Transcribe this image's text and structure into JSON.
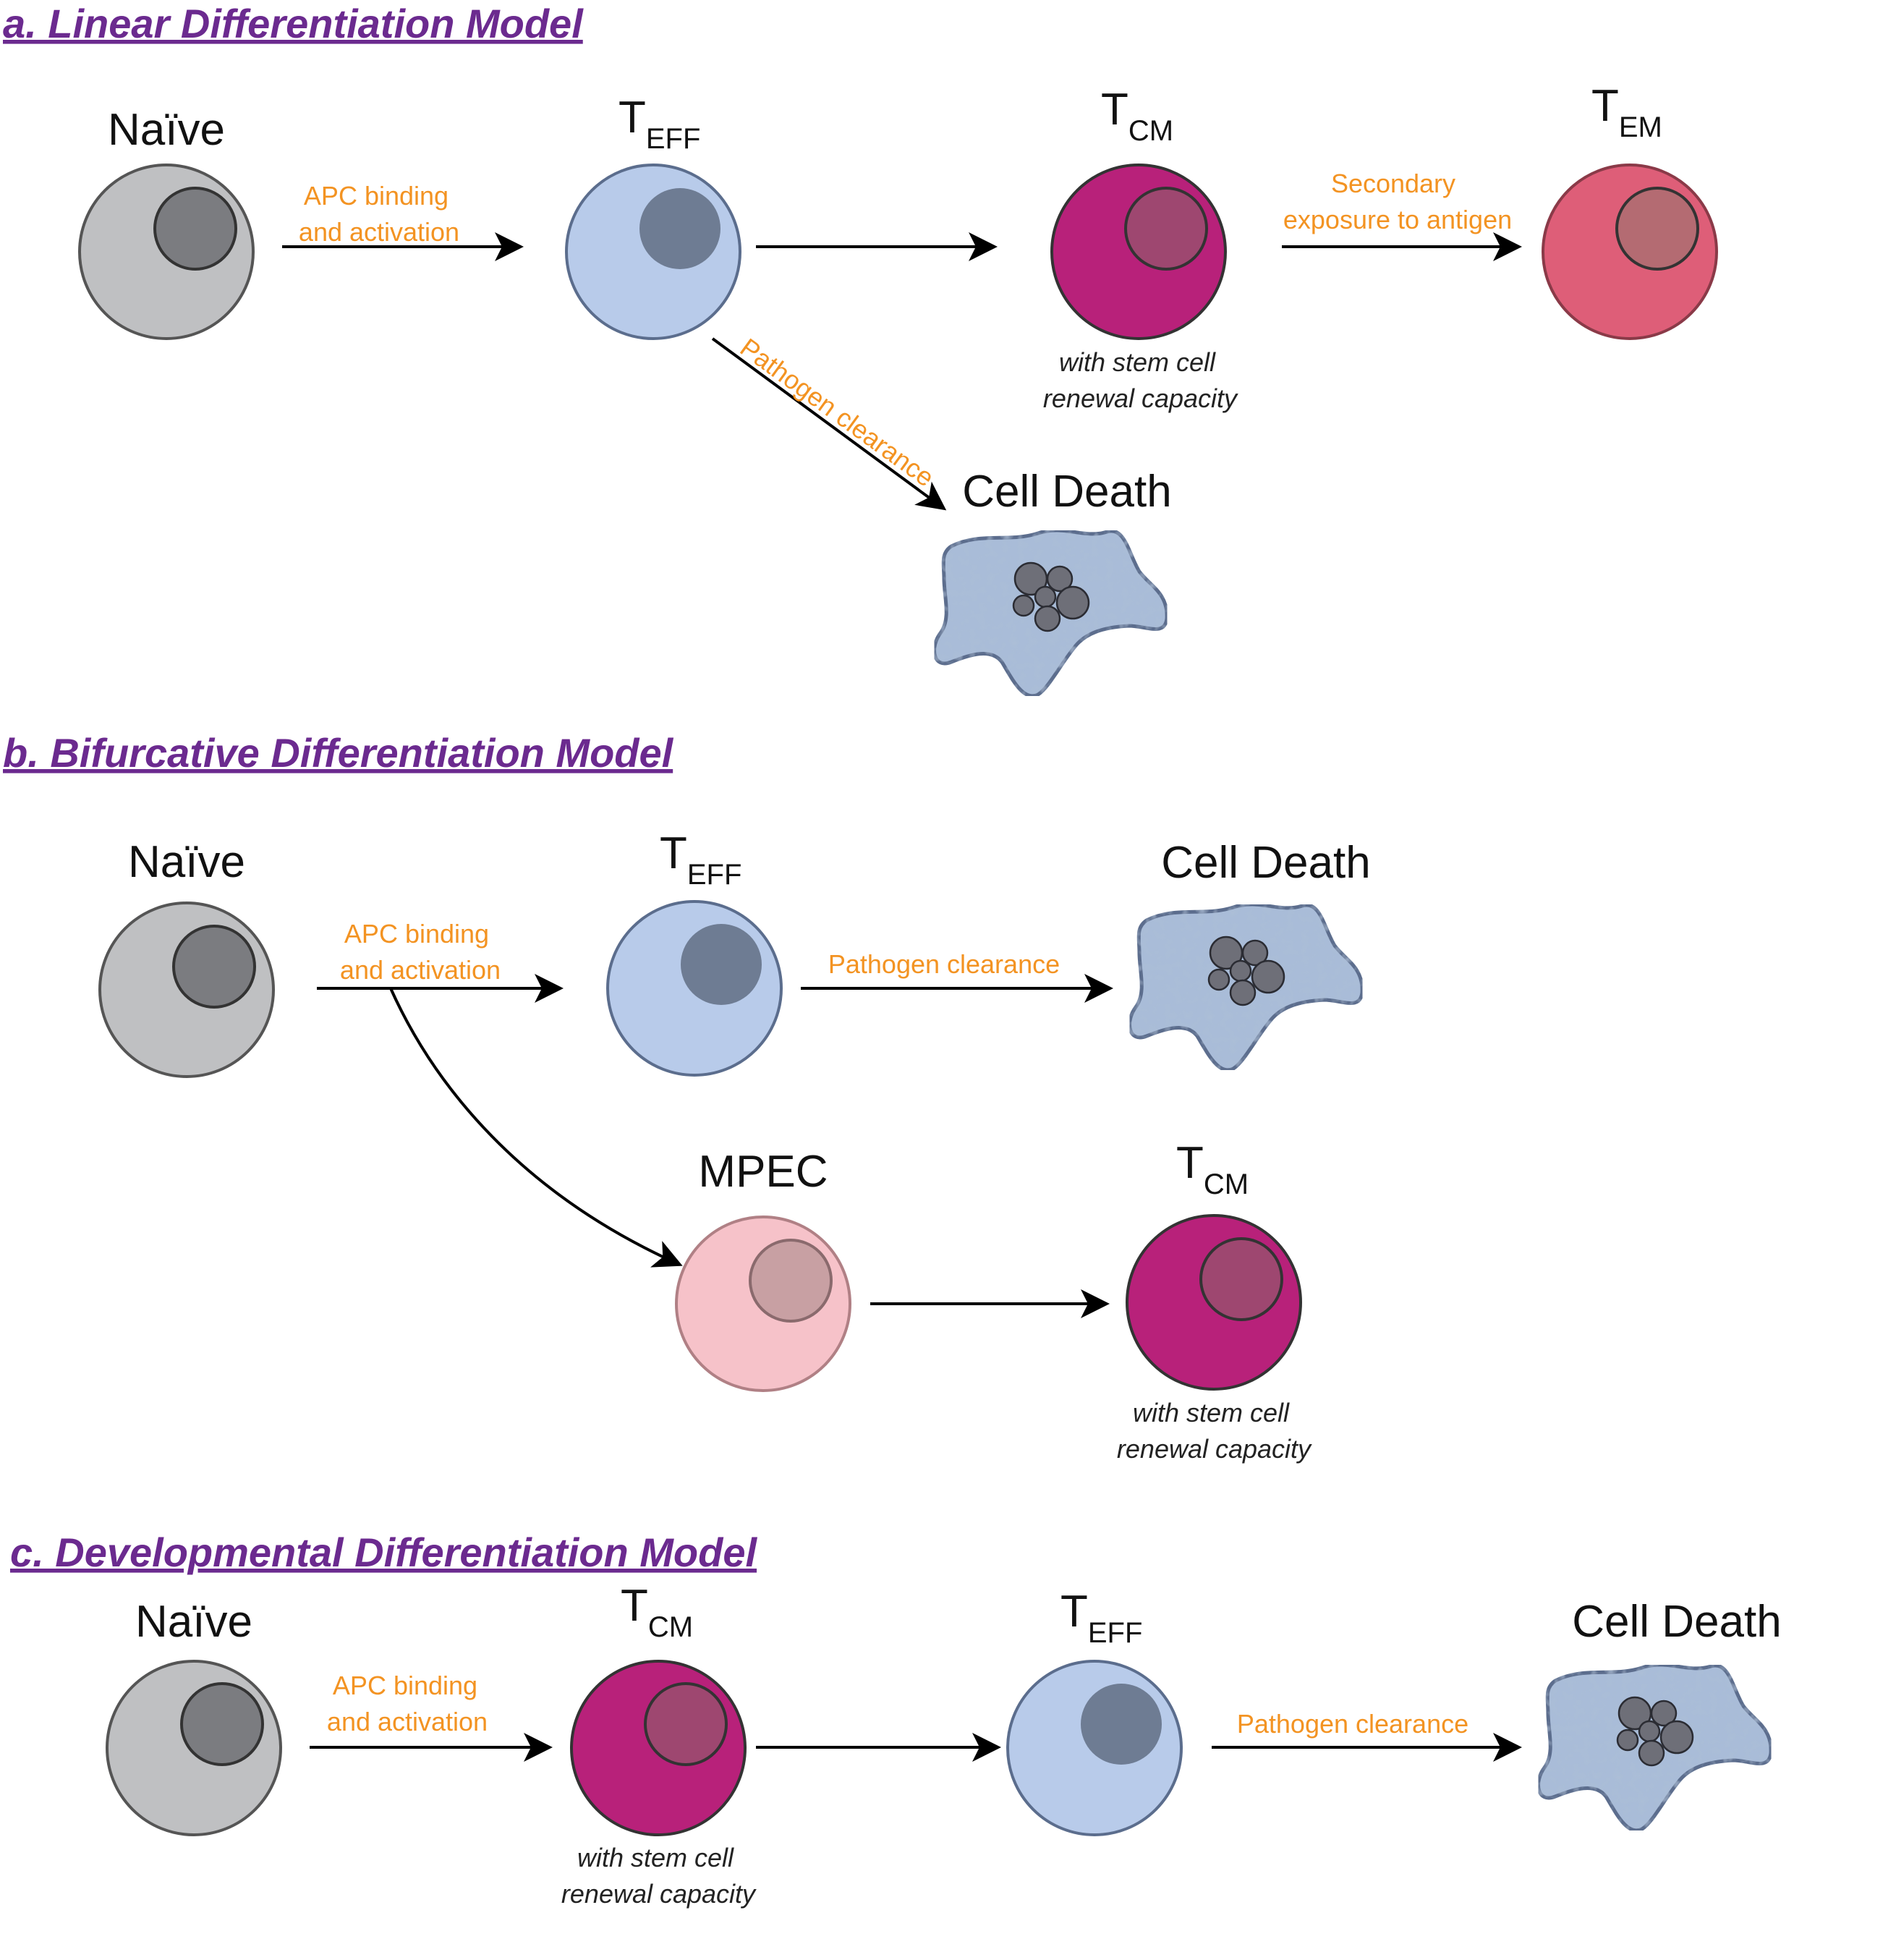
{
  "colors": {
    "title": "#6b2a8f",
    "arrow_label": "#f39322",
    "naive_fill": "#bfc0c2",
    "naive_nucleus": "#7b7c80",
    "teff_fill": "#b8cbea",
    "teff_nucleus": "#6e7c93",
    "tcm_fill": "#b8217a",
    "tcm_nucleus": "#9e4770",
    "tem_fill": "#de5e78",
    "tem_nucleus": "#b46b72",
    "mpec_fill": "#f6c2c9",
    "mpec_nucleus": "#c8a0a3",
    "death_fill": "#a9bcd8"
  },
  "panel_a": {
    "title": "a. Linear Differentiation Model",
    "naive": "Naïve",
    "teff_main": "T",
    "teff_sub": "EFF",
    "tcm_main": "T",
    "tcm_sub": "CM",
    "tem_main": "T",
    "tem_sub": "EM",
    "apc_line1": "APC binding",
    "apc_line2": "and activation",
    "secondary_line1": "Secondary",
    "secondary_line2": "exposure to antigen",
    "pathogen": "Pathogen clearance",
    "death": "Cell Death",
    "note_line1": "with stem cell",
    "note_line2": "renewal capacity"
  },
  "panel_b": {
    "title": "b. Bifurcative Differentiation Model",
    "naive": "Naïve",
    "teff_main": "T",
    "teff_sub": "EFF",
    "death": "Cell Death",
    "apc_line1": "APC binding",
    "apc_line2": "and activation",
    "pathogen": "Pathogen clearance",
    "mpec": "MPEC",
    "tcm_main": "T",
    "tcm_sub": "CM",
    "note_line1": "with stem cell",
    "note_line2": "renewal capacity"
  },
  "panel_c": {
    "title": "c. Developmental Differentiation Model",
    "naive": "Naïve",
    "tcm_main": "T",
    "tcm_sub": "CM",
    "teff_main": "T",
    "teff_sub": "EFF",
    "death": "Cell Death",
    "apc_line1": "APC binding",
    "apc_line2": "and activation",
    "pathogen": "Pathogen clearance",
    "note_line1": "with stem cell",
    "note_line2": "renewal capacity"
  }
}
